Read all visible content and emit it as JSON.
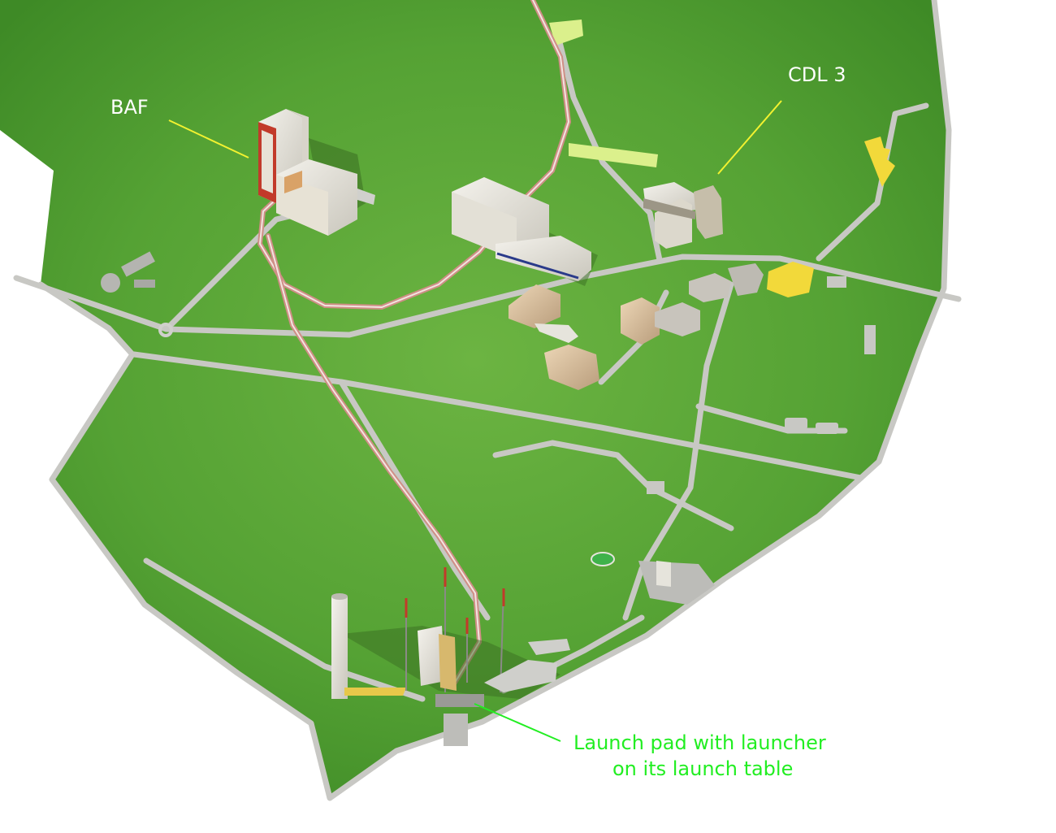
{
  "map": {
    "labels": {
      "baf": "BAF",
      "cdl3": "CDL 3",
      "launch_pad_line1": "Launch pad with launcher",
      "launch_pad_line2": "on its launch table"
    },
    "colors": {
      "background": "#ffffff",
      "grass": "#4c962e",
      "grass_light": "#6cb442",
      "road": "#c8c8c4",
      "rail_track": "#cf8f86",
      "highlight_zone": "#f2d93a",
      "pale_zone": "#dbf08c",
      "label_white": "#ffffff",
      "label_green": "#22ee22",
      "leader_yellow": "#f2f230",
      "leader_green": "#22ee22",
      "building_white": "#e6e4dc",
      "building_tan": "#d8c3a4",
      "building_red": "#c23a2a"
    }
  }
}
